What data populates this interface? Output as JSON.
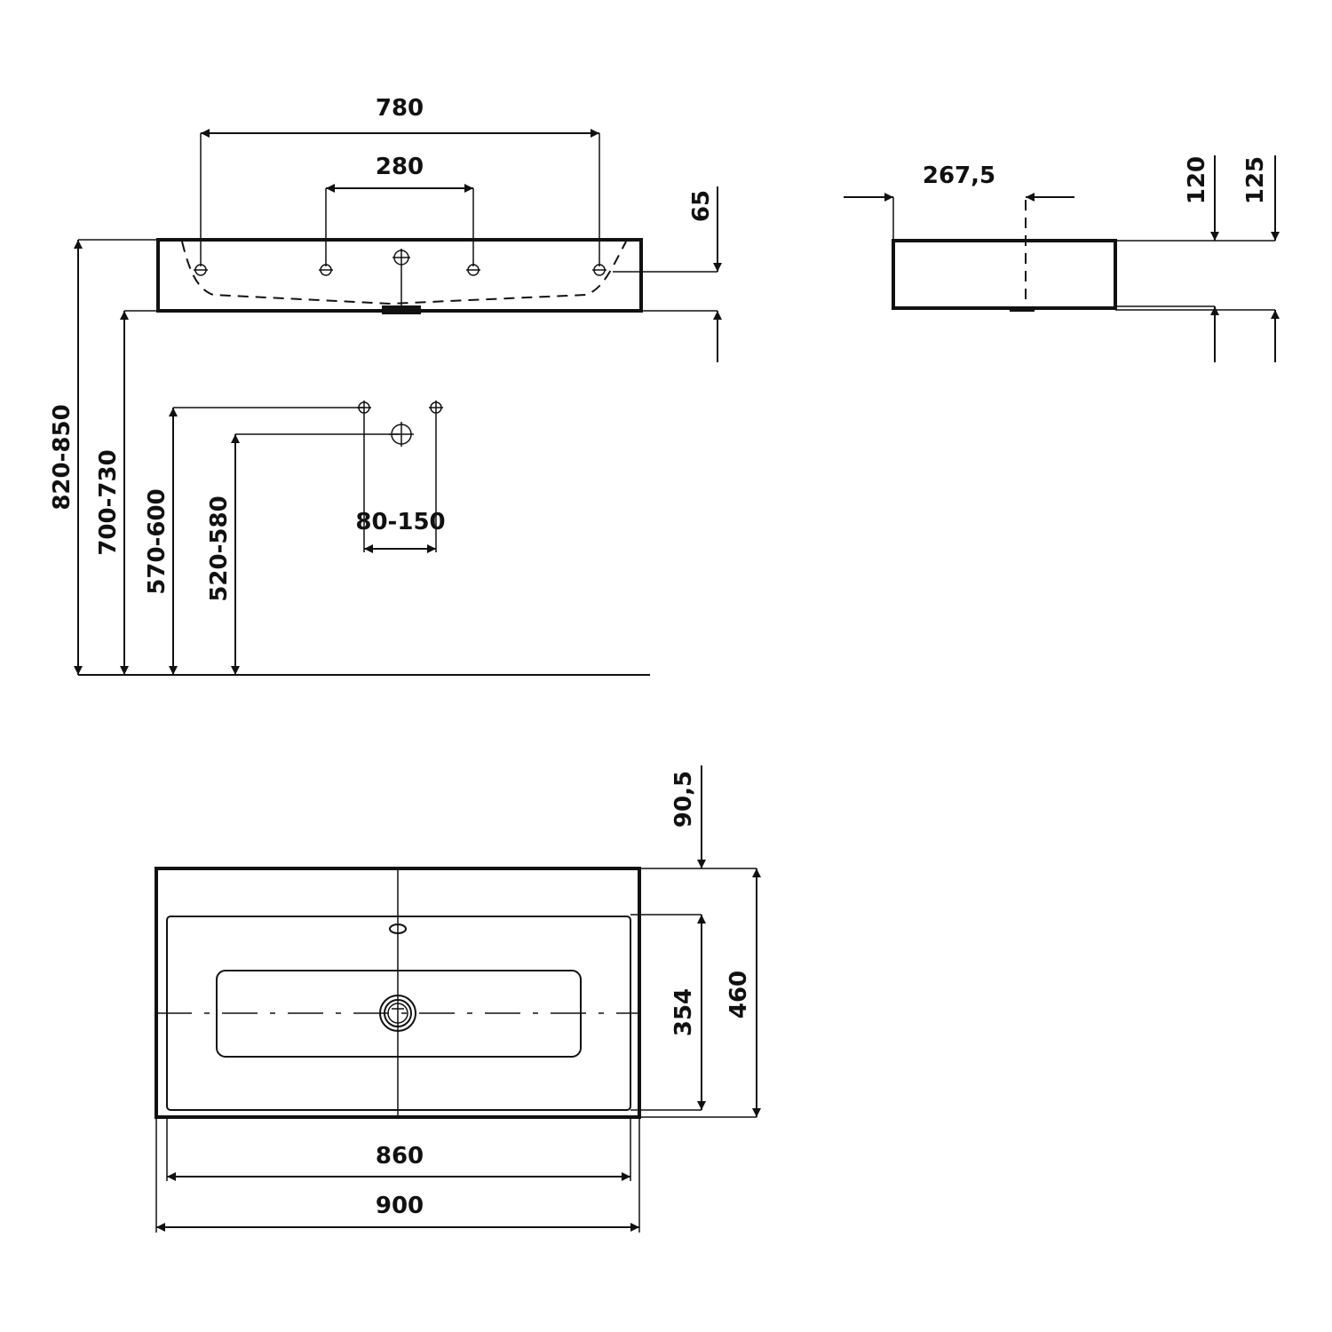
{
  "front_view": {
    "dim_tap_outer": "780",
    "dim_tap_inner": "280",
    "dim_basin_height": "65",
    "dim_top_height": "820-850",
    "dim_bottom_height": "700-730",
    "dim_water_supply": "570-600",
    "dim_waste": "520-580",
    "dim_supply_spacing": "80-150"
  },
  "side_view": {
    "dim_drain_offset": "267,5",
    "dim_height_a": "120",
    "dim_height_b": "125"
  },
  "top_view": {
    "dim_rear_offset": "90,5",
    "dim_inner_depth": "354",
    "dim_outer_depth": "460",
    "dim_inner_width": "860",
    "dim_outer_width": "900"
  }
}
